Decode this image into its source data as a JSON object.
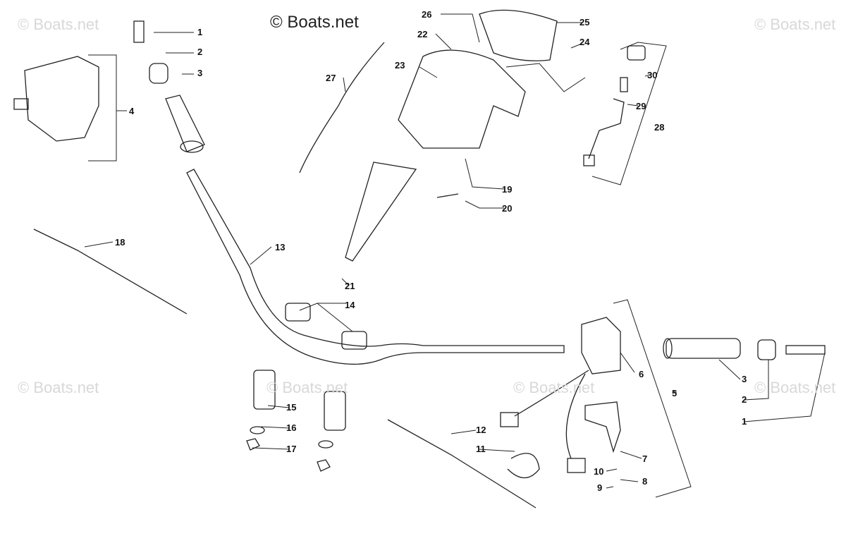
{
  "watermark": {
    "main": "© Boats.net",
    "faded": "© Boats.net"
  },
  "callouts": [
    "1",
    "2",
    "3",
    "4",
    "26",
    "25",
    "22",
    "24",
    "23",
    "27",
    "30",
    "29",
    "28",
    "19",
    "20",
    "18",
    "13",
    "21",
    "14",
    "6",
    "3",
    "5",
    "2",
    "15",
    "1",
    "16",
    "12",
    "17",
    "11",
    "7",
    "10",
    "8",
    "9"
  ]
}
